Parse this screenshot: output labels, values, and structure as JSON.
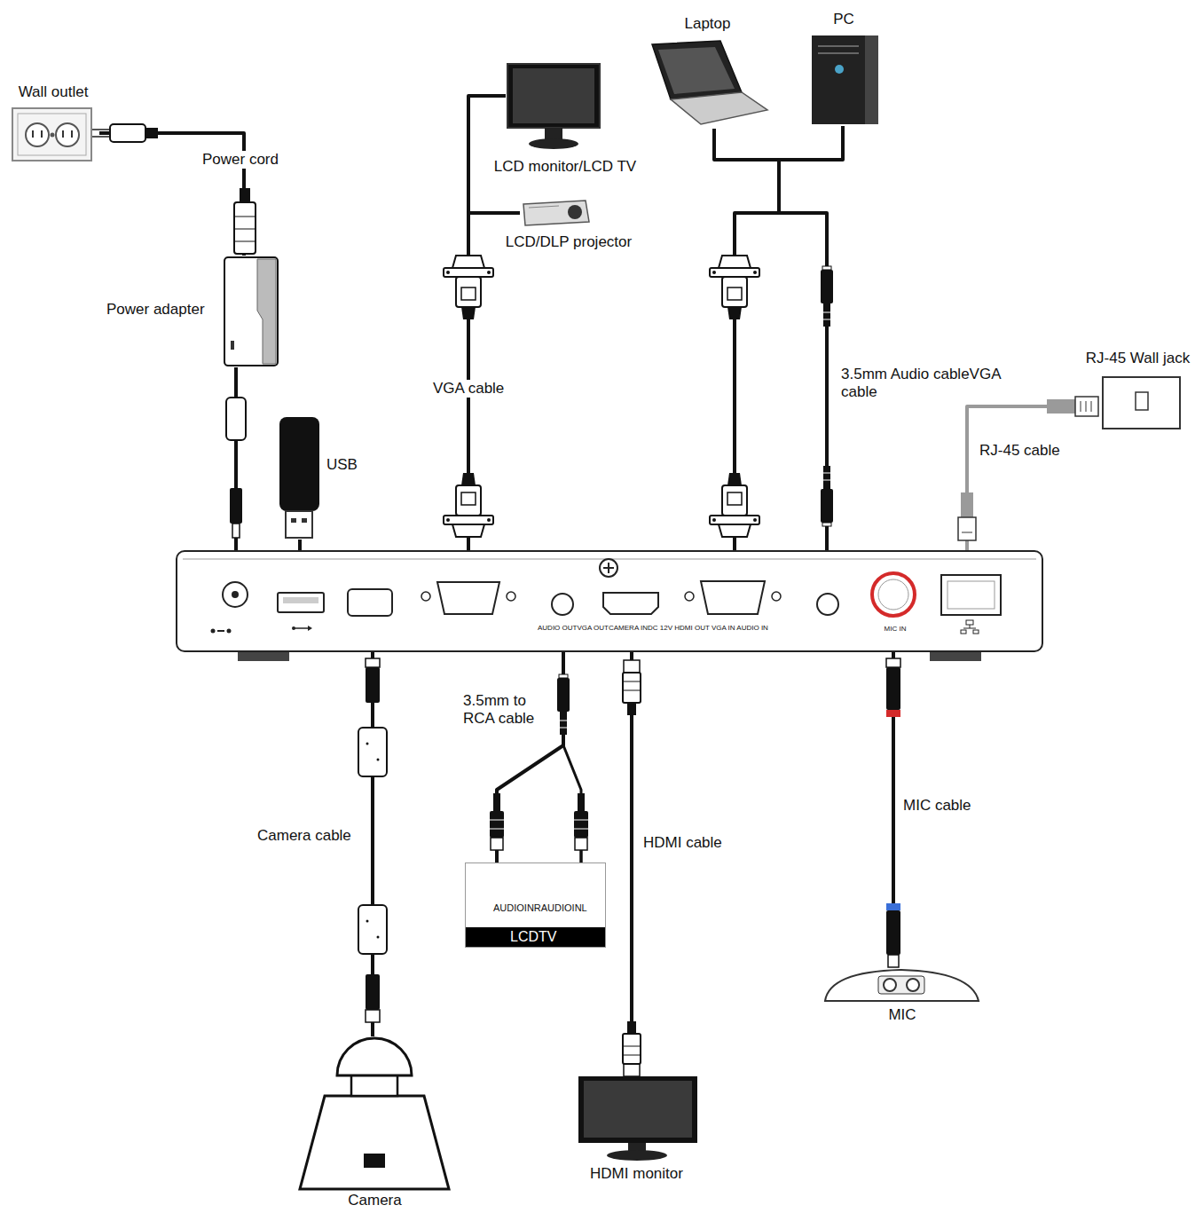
{
  "diagram": {
    "nodes": [
      {
        "text": [
          "Wall outlet"
        ]
      },
      {
        "text": [
          "Laptop"
        ]
      },
      {
        "text": [
          "PC"
        ]
      },
      {
        "text": [
          "LCD monitor/LCD TV"
        ]
      },
      {
        "text": [
          "LCD/DLP projector"
        ]
      },
      {
        "text": [
          "Power adapter"
        ]
      },
      {
        "text": [
          "RJ-45 Wall jack"
        ]
      },
      {
        "text": [
          "USB"
        ]
      },
      {
        "text": [
          "AUDIO OUTVGA OUTCAMERA INDC 12V HDMI OUT VGA IN AUDIO IN",
          "MIC IN"
        ]
      },
      {
        "text": [
          "AUDIOINRAUDIOINL",
          "LCDTV"
        ]
      },
      {
        "text": [
          "MIC"
        ]
      },
      {
        "text": [
          "HDMI monitor"
        ]
      },
      {
        "text": [
          "Camera"
        ]
      }
    ],
    "edges": [
      {
        "from": 0,
        "to": 5,
        "label": "Power cord",
        "arrow": "none"
      },
      {
        "from": 5,
        "to": 8,
        "arrow": "none"
      },
      {
        "from": 7,
        "to": 8,
        "arrow": "none"
      },
      {
        "from": 8,
        "to": 3,
        "label": "VGA cable",
        "arrow": "none"
      },
      {
        "from": 8,
        "to": 4,
        "arrow": "none"
      },
      {
        "from": 1,
        "to": 8,
        "arrow": "none"
      },
      {
        "from": 2,
        "to": 8,
        "arrow": "none"
      },
      {
        "from": 6,
        "to": 8,
        "label": "RJ-45 cable",
        "arrow": "none"
      },
      {
        "from": 8,
        "to": 12,
        "label": "Camera cable",
        "arrow": "none"
      },
      {
        "from": 8,
        "to": 9,
        "label": "3.5mm to RCA cable",
        "arrow": "none"
      },
      {
        "from": 8,
        "to": 11,
        "label": "HDMI cable",
        "arrow": "none"
      },
      {
        "from": 8,
        "to": 10,
        "label": "MIC cable",
        "arrow": "none"
      }
    ],
    "labels": [
      "3.5mm Audio cableVGA cable"
    ]
  }
}
